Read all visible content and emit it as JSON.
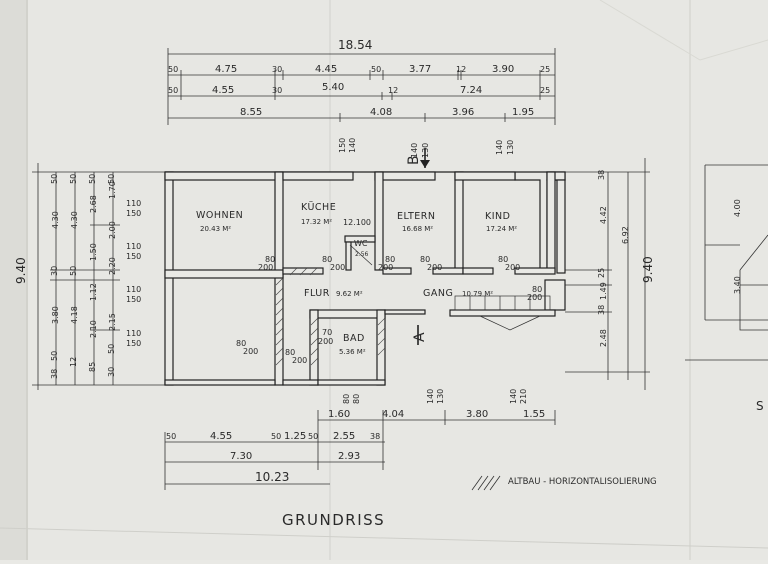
{
  "drawing": {
    "title": "GRUNDRISS",
    "legend_label": "ALTBAU - HORIZONTALISOLIERUNG",
    "section_marks": [
      "B",
      "A"
    ],
    "partial_label": "S"
  },
  "rooms": [
    {
      "name": "WOHNEN",
      "area": "20.43 M²"
    },
    {
      "name": "KÜCHE",
      "area": "17.32 M²"
    },
    {
      "name": "ELTERN",
      "area": "16.68 M²"
    },
    {
      "name": "KIND",
      "area": "17.24 M²"
    },
    {
      "name": "WC",
      "area": "2.56"
    },
    {
      "name": "FLUR",
      "area": "9.62 M²"
    },
    {
      "name": "GANG",
      "area": "10.79 M²"
    },
    {
      "name": "BAD",
      "area": "5.36 M²"
    }
  ],
  "dimensions": {
    "overall_top": "18.54",
    "row1": [
      "50",
      "4.75",
      "30",
      "4.45",
      "50",
      "3.77",
      "12",
      "3.90",
      "25"
    ],
    "row2": [
      "50",
      "4.55",
      "30",
      "5.40",
      "12",
      "7.24",
      "25"
    ],
    "row3": [
      "8.55",
      "4.08",
      "3.96",
      "1.95"
    ],
    "openings_top": [
      "150",
      "140",
      "140",
      "130",
      "140",
      "130",
      "12.100"
    ],
    "left_total": "9.40",
    "left_col1": [
      "50",
      "4.30",
      "30",
      "3.80",
      "50",
      "38"
    ],
    "left_col2": [
      "50",
      "4.30",
      "50",
      "4.18",
      "12"
    ],
    "left_col3": [
      "50",
      "2.68",
      "1.50",
      "1.12",
      "2.10",
      "85"
    ],
    "left_col4": [
      "50",
      "1.70",
      "2.00",
      "2.20",
      "2.15",
      "50",
      "30"
    ],
    "left_openings": [
      "110",
      "150",
      "110",
      "150",
      "110",
      "150",
      "110",
      "150"
    ],
    "right_total": "9.40",
    "right_col1": [
      "38",
      "4.42",
      "25",
      "1.49",
      "38",
      "2.48"
    ],
    "right_col2": [
      "6.92"
    ],
    "right_section": [
      "4.00",
      "3.40"
    ],
    "wall_marks": [
      "80",
      "200",
      "80",
      "200",
      "80",
      "200",
      "80",
      "200",
      "80",
      "200",
      "80",
      "200",
      "80",
      "200",
      "70",
      "200",
      "80",
      "200"
    ],
    "bottom_row1": [
      "1.60",
      "4.04",
      "3.80",
      "1.55"
    ],
    "bottom_openings": [
      "80",
      "80",
      "140",
      "130",
      "140",
      "210"
    ],
    "bottom_row2": [
      "50",
      "4.55",
      "50",
      "1.25",
      "50",
      "2.55",
      "38"
    ],
    "bottom_row3": [
      "7.30",
      "2.93"
    ],
    "overall_bottom": "10.23"
  }
}
